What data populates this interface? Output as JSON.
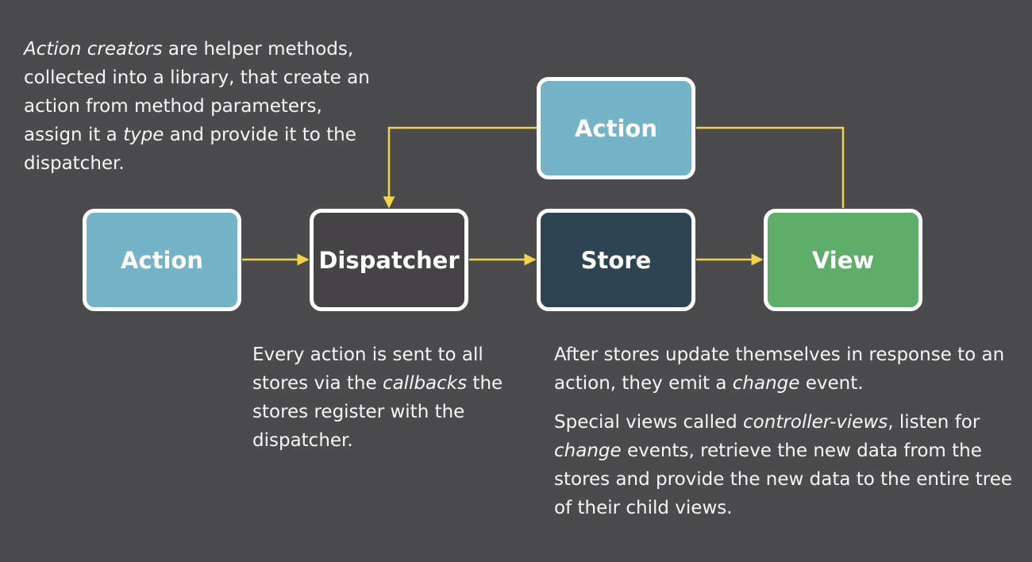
{
  "notes": {
    "creators": {
      "parts": [
        "Action creators",
        " are helper methods, collected into a library, that create an action from method parameters, assign it a ",
        "type",
        " and provide it to the dispatcher."
      ]
    },
    "dispatch": {
      "parts": [
        "Every action is sent to all stores via the ",
        "callbacks",
        " the stores register with the dispatcher."
      ]
    },
    "stores": {
      "first": [
        "After stores update themselves in response to an action, they emit a ",
        "change",
        " event."
      ],
      "second": [
        "Special views called ",
        "controller-views",
        ", listen for ",
        "change",
        " events, retrieve the new data from the stores and provide the new data to the entire tree of their child views."
      ]
    }
  },
  "nodes": {
    "action_top": "Action",
    "action": "Action",
    "dispatcher": "Dispatcher",
    "store": "Store",
    "view": "View"
  },
  "colors": {
    "background": "#4b4b4d",
    "action": "#75b4c6",
    "dispatcher": "#454345",
    "store": "#2d4552",
    "view": "#5ead6a",
    "arrow": "#f2d34a",
    "border": "#ffffff"
  }
}
